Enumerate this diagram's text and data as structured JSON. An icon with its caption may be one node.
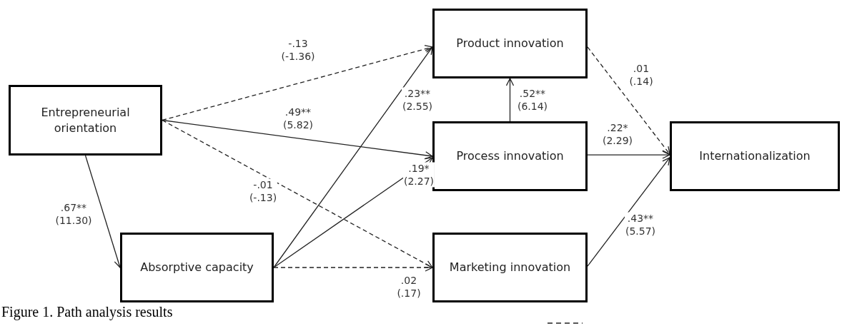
{
  "diagram": {
    "caption": "Figure 1. Path analysis results",
    "nodes": [
      {
        "text": [
          "Entrepreneurial orientation"
        ]
      },
      {
        "text": [
          "Absorptive capacity"
        ]
      },
      {
        "text": [
          "Product innovation"
        ]
      },
      {
        "text": [
          "Process innovation"
        ]
      },
      {
        "text": [
          "Marketing innovation"
        ]
      },
      {
        "text": [
          "Internationalization"
        ]
      }
    ],
    "edges": [
      {
        "from": 0,
        "to": 2,
        "arrow": "to",
        "style": "dashed",
        "label": "-.13 (-1.36)"
      },
      {
        "from": 0,
        "to": 3,
        "arrow": "to",
        "label": ".49** (5.82)"
      },
      {
        "from": 0,
        "to": 4,
        "arrow": "to",
        "style": "dashed",
        "label": "-.01 (-.13)"
      },
      {
        "from": 0,
        "to": 1,
        "arrow": "to",
        "label": ".67** (11.30)"
      },
      {
        "from": 1,
        "to": 2,
        "arrow": "to",
        "label": ".23** (2.55)"
      },
      {
        "from": 1,
        "to": 3,
        "arrow": "to",
        "label": ".19* (2.27)"
      },
      {
        "from": 1,
        "to": 4,
        "arrow": "to",
        "style": "dashed",
        "label": ".02 (.17)"
      },
      {
        "from": 3,
        "to": 2,
        "arrow": "to",
        "label": ".52** (6.14)"
      },
      {
        "from": 2,
        "to": 5,
        "arrow": "to",
        "style": "dashed",
        "label": ".01 (.14)"
      },
      {
        "from": 3,
        "to": 5,
        "arrow": "to",
        "label": ".22* (2.29)"
      },
      {
        "from": 4,
        "to": 5,
        "arrow": "to",
        "label": ".43** (5.57)"
      }
    ]
  }
}
